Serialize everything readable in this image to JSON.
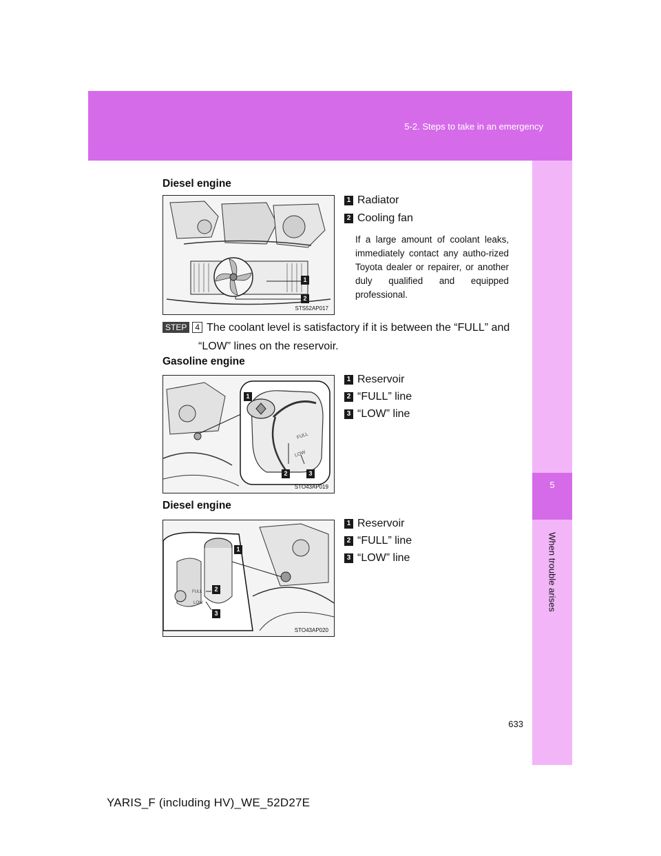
{
  "header": {
    "section": "5-2. Steps to take in an emergency"
  },
  "sidebar": {
    "chapter_number": "5",
    "chapter_title": "When trouble arises"
  },
  "section1": {
    "heading": "Diesel engine",
    "callouts": [
      {
        "num": "1",
        "label": "Radiator"
      },
      {
        "num": "2",
        "label": "Cooling fan"
      }
    ],
    "note": "If a large amount of coolant leaks, immediately contact any autho-rized Toyota dealer or repairer, or another duly qualified and equipped professional.",
    "figure": {
      "code": "STS52AP017",
      "tags": [
        "1",
        "2"
      ]
    }
  },
  "step": {
    "badge": "STEP",
    "number": "4",
    "line1": "The coolant level is satisfactory if it is between the “FULL” and",
    "line2": "“LOW” lines on the reservoir."
  },
  "section2": {
    "heading": "Gasoline engine",
    "callouts": [
      {
        "num": "1",
        "label": "Reservoir"
      },
      {
        "num": "2",
        "label": "“FULL” line"
      },
      {
        "num": "3",
        "label": "“LOW” line"
      }
    ],
    "figure": {
      "code": "STO43AP019",
      "tags": [
        "1",
        "2",
        "3"
      ],
      "embossed": [
        "FULL",
        "LOW"
      ]
    }
  },
  "section3": {
    "heading": "Diesel engine",
    "callouts": [
      {
        "num": "1",
        "label": "Reservoir"
      },
      {
        "num": "2",
        "label": "“FULL” line"
      },
      {
        "num": "3",
        "label": "“LOW” line"
      }
    ],
    "figure": {
      "code": "STO43AP020",
      "tags": [
        "1",
        "2",
        "3"
      ],
      "embossed": [
        "FULL",
        "LOW"
      ]
    }
  },
  "page_number": "633",
  "footer": "YARIS_F (including HV)_WE_52D27E",
  "colors": {
    "band": "#d66bea",
    "side_tab": "#f2b6f8"
  }
}
